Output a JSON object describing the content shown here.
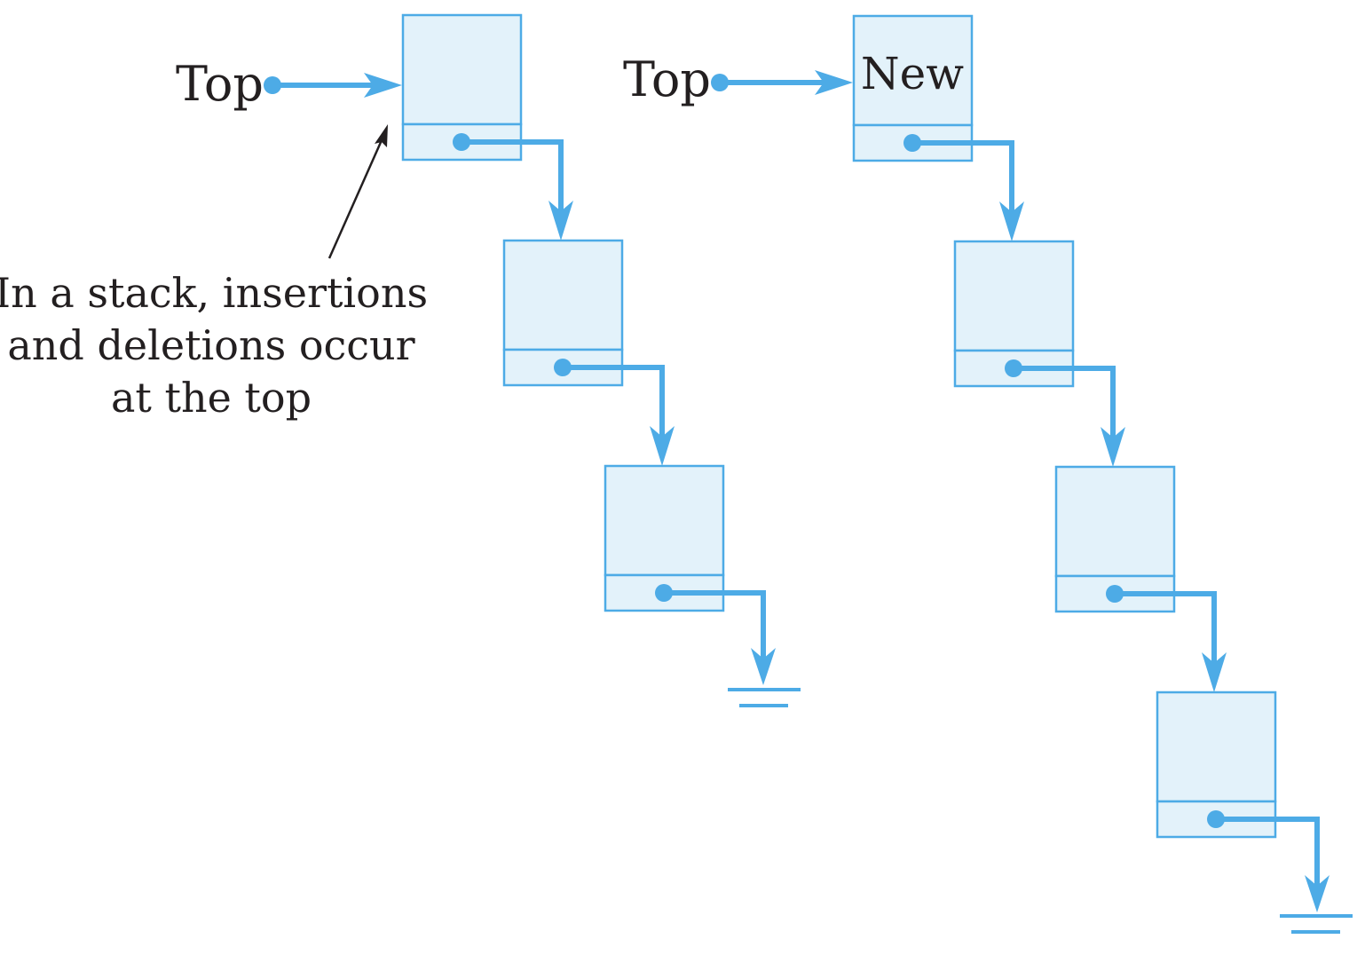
{
  "colors": {
    "node_fill": "#e3f2fa",
    "node_stroke": "#4dabe6",
    "pointer": "#4dabe6",
    "text": "#231f20"
  },
  "left_stack": {
    "top_label": "Top",
    "annotation": {
      "line1": "In a stack, insertions",
      "line2": "and deletions occur",
      "line3": "at the top"
    },
    "node_count": 3
  },
  "right_stack": {
    "top_label": "Top",
    "new_node_label": "New",
    "node_count": 4
  }
}
